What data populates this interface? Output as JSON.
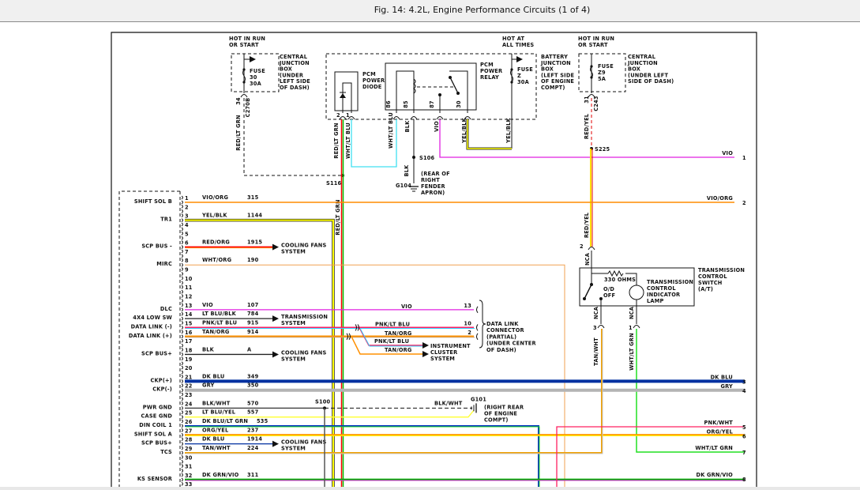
{
  "window": {
    "title": "Fig. 14: 4.2L, Engine Performance Circuits (1 of 4)"
  },
  "central_box_left": {
    "power": [
      "HOT IN RUN",
      "OR START"
    ],
    "fuse": [
      "FUSE",
      "30",
      "30A"
    ],
    "desc": [
      "CENTRAL",
      "JUNCTION",
      "BOX",
      "(UNDER",
      "LEFT SIDE",
      "OF DASH)"
    ],
    "connector_pin": "34",
    "connector": "C270B",
    "wire": "RED/LT GRN",
    "splice": "S116",
    "down_wire": "RED/LT GRN"
  },
  "pcm_power": {
    "power": [
      "HOT AT",
      "ALL TIMES"
    ],
    "diode": [
      "PCM",
      "POWER",
      "DIODE"
    ],
    "diode_pins": [
      "2",
      "1"
    ],
    "relay": [
      "PCM",
      "POWER",
      "RELAY"
    ],
    "relay_pins": [
      "86",
      "85",
      "87",
      "30"
    ],
    "fuse": [
      "FUSE",
      "Z",
      "30A"
    ],
    "desc": [
      "BATTERY",
      "JUNCTION",
      "BOX",
      "(LEFT SIDE",
      "OF ENGINE",
      "COMPT)"
    ],
    "wires": [
      "RED/LT GRN",
      "WHT/LT BLU",
      "WHT/LT BLU",
      "BLK",
      "VIO",
      "YEL/BLK",
      "YEL/BLK"
    ],
    "splice": "S106",
    "ground_wire": "BLK",
    "ground": "G104",
    "ground_desc": [
      "(REAR OF",
      "RIGHT",
      "FENDER",
      "APRON)"
    ]
  },
  "central_box_right": {
    "power": [
      "HOT IN RUN",
      "OR START"
    ],
    "fuse": [
      "FUSE",
      "Z9",
      "5A"
    ],
    "desc": [
      "CENTRAL",
      "JUNCTION",
      "BOX",
      "(UNDER LEFT",
      "SIDE OF DASH)"
    ],
    "connector_pin": "31",
    "connector": "C243",
    "wire": "RED/YEL",
    "splice": "S225",
    "down_wire": "RED/YEL",
    "nca_pin": "2",
    "nca": "NCA"
  },
  "tcs": {
    "resistor": "330 OHMS",
    "switch": [
      "O/D",
      "OFF"
    ],
    "lamp": [
      "TRANSMISSION",
      "CONTROL",
      "INDICATOR",
      "LAMP"
    ],
    "desc": [
      "TRANSMISSION",
      "CONTROL",
      "SWITCH",
      "(A/T)"
    ],
    "pins": [
      {
        "num": "3",
        "conn": "NCA",
        "wire": "TAN/WHT"
      },
      {
        "num": "1",
        "conn": "NCA",
        "wire": "WHT/LT GRN"
      }
    ]
  },
  "dlc": {
    "pins": [
      "13",
      "10",
      "2"
    ],
    "wires": [
      "VIO",
      "PNK/LT BLU",
      "TAN/ORG"
    ],
    "desc": [
      "DATA LINK",
      "CONNECTOR",
      "(PARTIAL)",
      "(UNDER CENTER",
      "OF DASH)"
    ]
  },
  "instrument_cluster": {
    "wires": [
      "PNK/LT BLU",
      "TAN/ORG"
    ],
    "desc": [
      "INSTRUMENT",
      "CLUSTER",
      "SYSTEM"
    ]
  },
  "ground_g101": {
    "splice": "S100",
    "wire": "BLK/WHT",
    "ground": "G101",
    "desc": [
      "(RIGHT REAR",
      "OF ENGINE",
      "COMPT)"
    ]
  },
  "pcm_connector": {
    "pins": [
      {
        "num": "1",
        "label": "SHIFT SOL B",
        "wire": "VIO/ORG",
        "circuit": "315",
        "colors": [
          "#ff8c00"
        ]
      },
      {
        "num": "2"
      },
      {
        "num": "3",
        "label": "TR1",
        "wire": "YEL/BLK",
        "circuit": "1144",
        "colors": [
          "#222222",
          "#ffff00"
        ]
      },
      {
        "num": "4"
      },
      {
        "num": "5"
      },
      {
        "num": "6",
        "label": "SCP BUS -",
        "wire": "RED/ORG",
        "circuit": "1915",
        "colors": [
          "#ff0000",
          "#ff8c00"
        ],
        "destination": [
          "COOLING FANS",
          "SYSTEM"
        ]
      },
      {
        "num": "7"
      },
      {
        "num": "8",
        "label": "MIRC",
        "wire": "WHT/ORG",
        "circuit": "190",
        "colors": [
          "#f0a050"
        ]
      },
      {
        "num": "9"
      },
      {
        "num": "10"
      },
      {
        "num": "11"
      },
      {
        "num": "12"
      },
      {
        "num": "13",
        "label": "DLC",
        "wire": "VIO",
        "circuit": "107",
        "colors": [
          "#e020e0"
        ]
      },
      {
        "num": "14",
        "label": "4X4 LOW SW",
        "wire": "LT BLU/BLK",
        "circuit": "784",
        "colors": [
          "#222222"
        ],
        "destination": [
          "TRANSMISSION",
          "SYSTEM"
        ]
      },
      {
        "num": "15",
        "label": "DATA LINK (-)",
        "wire": "PNK/LT BLU",
        "circuit": "915",
        "colors": [
          "#ff2060",
          "#30d0ff"
        ]
      },
      {
        "num": "16",
        "label": "DATA LINK (+)",
        "wire": "TAN/ORG",
        "circuit": "914",
        "colors": [
          "#ff9000",
          "#c8a070"
        ]
      },
      {
        "num": "17"
      },
      {
        "num": "18",
        "label": "SCP BUS+",
        "wire": "BLK",
        "circuit": "A",
        "colors": [
          "#222222"
        ],
        "destination": [
          "COOLING FANS",
          "SYSTEM"
        ]
      },
      {
        "num": "19"
      },
      {
        "num": "20"
      },
      {
        "num": "21",
        "label": "CKP(+)",
        "wire": "DK BLU",
        "circuit": "349",
        "colors": [
          "#0030a0"
        ]
      },
      {
        "num": "22",
        "label": "CKP(-)",
        "wire": "GRY",
        "circuit": "350",
        "colors": [
          "#b4b4b4"
        ]
      },
      {
        "num": "23"
      },
      {
        "num": "24",
        "label": "PWR GND",
        "wire": "BLK/WHT",
        "circuit": "570",
        "colors": [
          "#333333"
        ]
      },
      {
        "num": "25",
        "label": "CASE GND",
        "wire": "LT BLU/YEL",
        "circuit": "557",
        "colors": [
          "#ffff30"
        ]
      },
      {
        "num": "26",
        "label": "DIN COIL 1",
        "wire": "DK BLU/LT GRN",
        "circuit": "535",
        "colors": [
          "#0030c0",
          "#20e020"
        ]
      },
      {
        "num": "27",
        "label": "SHIFT SOL A",
        "wire": "ORG/YEL",
        "circuit": "237",
        "colors": [
          "#ff9900",
          "#ffff00"
        ]
      },
      {
        "num": "28",
        "label": "SCP BUS+",
        "wire": "DK BLU",
        "circuit": "1914",
        "colors": [
          "#0030a0"
        ],
        "destination": [
          "COOLING FANS",
          "SYSTEM"
        ]
      },
      {
        "num": "29",
        "label": "TCS",
        "wire": "TAN/WHT",
        "circuit": "224",
        "colors": [
          "#f0a000",
          "#c8c8c8"
        ]
      },
      {
        "num": "30"
      },
      {
        "num": "31"
      },
      {
        "num": "32",
        "label": "KS SENSOR",
        "wire": "DK GRN/VIO",
        "circuit": "311",
        "colors": [
          "#00b000",
          "#e020e0"
        ]
      },
      {
        "num": "33"
      }
    ]
  },
  "outputs": [
    {
      "num": "1",
      "label": "VIO"
    },
    {
      "num": "2",
      "label": "VIO/ORG"
    },
    {
      "num": "3",
      "label": "DK BLU"
    },
    {
      "num": "4",
      "label": "GRY"
    },
    {
      "num": "5",
      "label": "PNK/WHT"
    },
    {
      "num": "6",
      "label": "ORG/YEL"
    },
    {
      "num": "7",
      "label": "WHT/LT GRN"
    },
    {
      "num": "8",
      "label": "DK GRN/VIO"
    }
  ]
}
